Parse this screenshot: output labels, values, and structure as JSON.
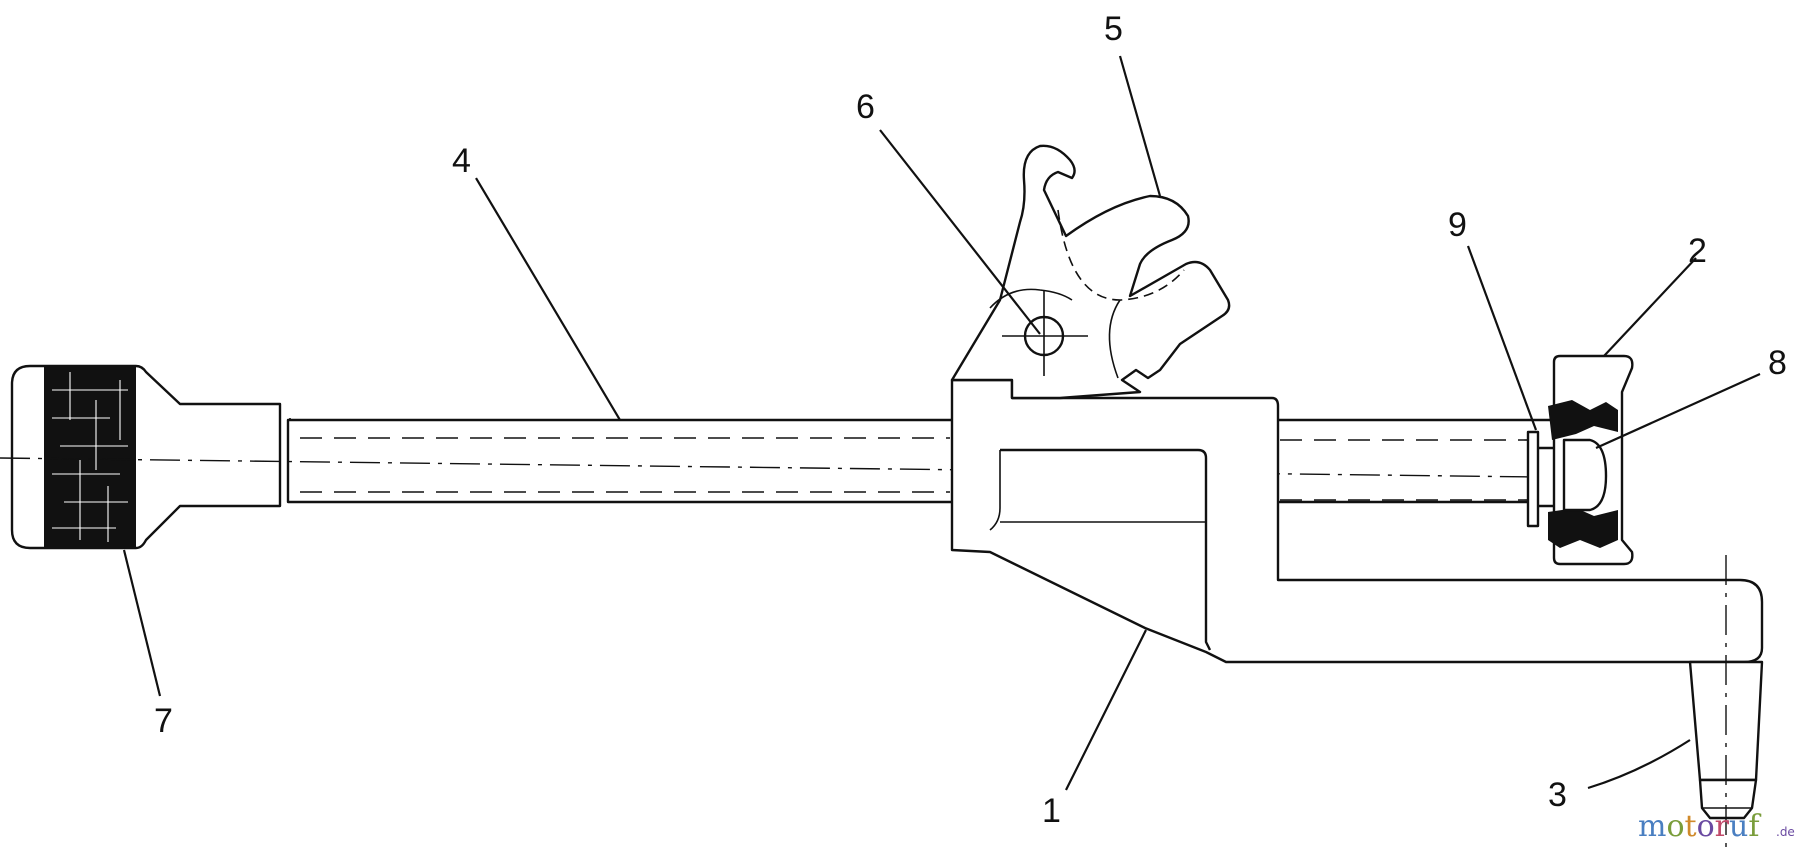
{
  "callouts": {
    "c1": "1",
    "c2": "2",
    "c3": "3",
    "c4": "4",
    "c5": "5",
    "c6": "6",
    "c7": "7",
    "c8": "8",
    "c9": "9"
  },
  "watermark": {
    "brand": "motoruf",
    "tld": ".de",
    "colors": [
      "#4a7fc1",
      "#7a9d3b",
      "#d08a2a",
      "#6a4aa1",
      "#c04a6a"
    ]
  }
}
